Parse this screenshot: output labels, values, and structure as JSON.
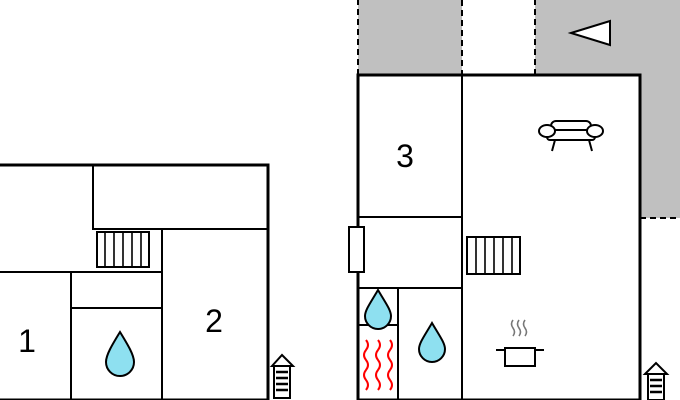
{
  "floorplan": {
    "rooms": [
      {
        "key": "room_1",
        "label": "1"
      },
      {
        "key": "room_2",
        "label": "2"
      },
      {
        "key": "room_3",
        "label": "3"
      }
    ],
    "icons": [
      {
        "name": "sofa-icon",
        "meaning": "living room"
      },
      {
        "name": "stairs-icon",
        "meaning": "stairs"
      },
      {
        "name": "water-drop-icon",
        "meaning": "bathroom"
      },
      {
        "name": "sauna-heat-icon",
        "meaning": "sauna"
      },
      {
        "name": "cooking-pot-icon",
        "meaning": "kitchen"
      },
      {
        "name": "entrance-icon",
        "meaning": "entrance"
      },
      {
        "name": "direction-arrow-icon",
        "meaning": "direction"
      },
      {
        "name": "fireplace-icon",
        "meaning": "fireplace"
      }
    ],
    "colors": {
      "wall": "#000000",
      "terrace": "#c0c0c0",
      "water": "#8ee0f0",
      "heat": "#ff0000",
      "background": "#ffffff"
    }
  }
}
